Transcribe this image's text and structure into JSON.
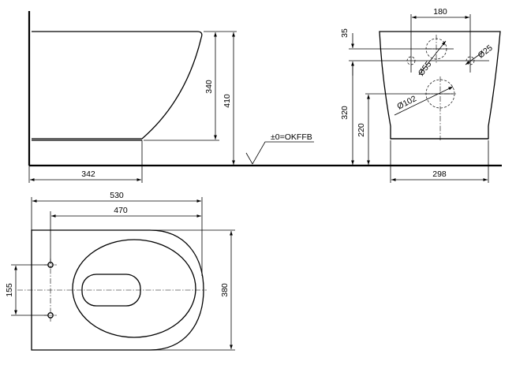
{
  "side_view": {
    "dim_height": "410",
    "dim_seat_height": "340",
    "dim_depth": "342",
    "floor_label": "±0=OKFFB"
  },
  "front_view": {
    "dim_spacing": "180",
    "dim_top_offset": "35",
    "dim_height_320": "320",
    "dim_height_220": "220",
    "dim_width": "298",
    "dia_55": "Ø55",
    "dia_25": "Ø25",
    "dia_102": "Ø102"
  },
  "top_view": {
    "dim_length": "530",
    "dim_inner_length": "470",
    "dim_width": "380",
    "dim_fixing": "155"
  }
}
